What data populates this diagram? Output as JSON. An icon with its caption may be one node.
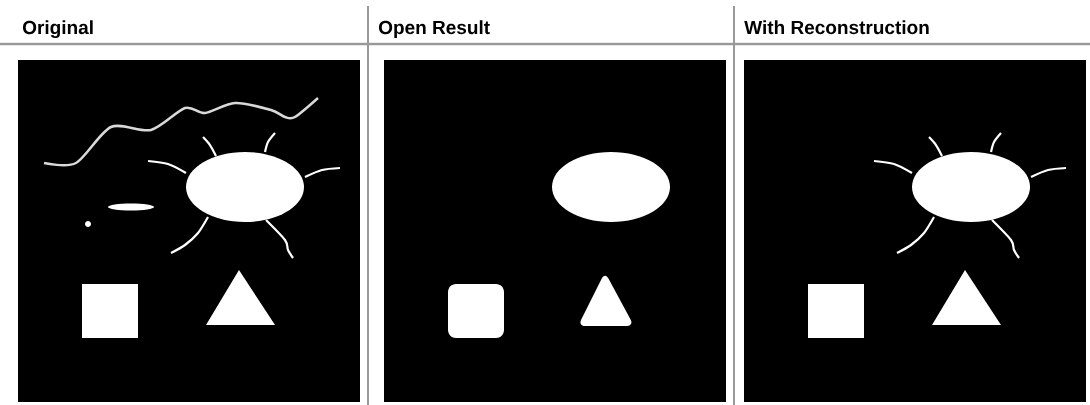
{
  "diagram": {
    "labels": [
      "Original",
      "Open Result",
      "With Reconstruction"
    ]
  }
}
